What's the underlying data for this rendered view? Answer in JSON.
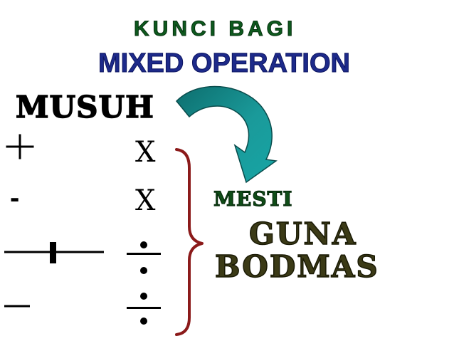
{
  "slide": {
    "title_line1": "KUNCI BAGI",
    "title_line2": "MIXED OPERATION",
    "enemy_label": "MUSUH",
    "must_label": "MESTI",
    "use_label": "GUNA",
    "rule_label": "BODMAS",
    "times_symbol_1": "X",
    "times_symbol_2": "X",
    "minus_symbol": "-"
  },
  "icons": {
    "plus": "plus-icon",
    "minus": "minus-icon",
    "divide": "divide-icon",
    "arrow": "curved-arrow-icon",
    "brace": "right-brace-icon"
  },
  "colors": {
    "title1": "#0e5a1e",
    "title2": "#1d2a8a",
    "arrow": "#1a9a9a",
    "brace": "#8b1a1a",
    "bodmas": "#3b3a16",
    "mesti": "#0f4d17"
  }
}
